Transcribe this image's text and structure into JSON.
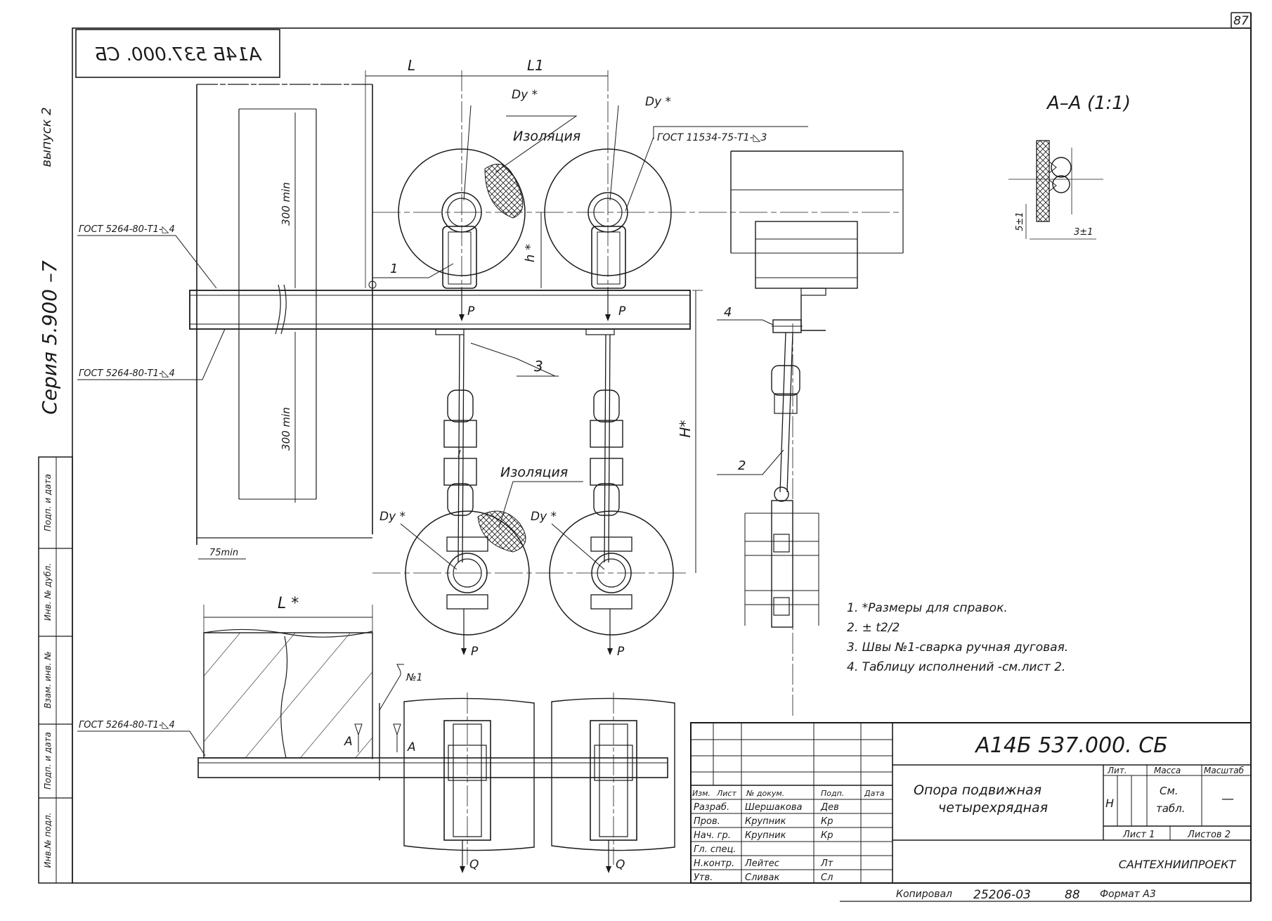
{
  "sheet": {
    "page_number": "87",
    "document_code_mirrored": "А14Б 537.000. СБ",
    "series_label": "Серия  5.900  –7",
    "issue_label": "выпуск 2"
  },
  "left_stamp": {
    "cells": [
      "Инв.№ подл.",
      "Подп. и дата",
      "Взам. инв. №",
      "Инв. № дубл.",
      "Подп. и дата"
    ]
  },
  "drawing": {
    "labels": {
      "dim_L": "L",
      "dim_L1": "L1",
      "dim_h": "h *",
      "dim_H": "H*",
      "dim_Lstar": "L *",
      "dim_300_top": "300 min",
      "dim_300_bottom": "300 min",
      "dim_75": "75min",
      "dy_1": "Dy *",
      "dy_2": "Dy *",
      "dy_3": "Dy *",
      "dy_4": "Dy *",
      "insulation_top": "Изоляция",
      "insulation_bottom": "Изоляция",
      "gost_11534": "ГОСТ 11534-75-Т1-◺3",
      "gost_weld_top": "ГОСТ 5264-80-Т1-◺4",
      "gost_weld_mid": "ГОСТ 5264-80-Т1-◺4",
      "gost_weld_bottom": "ГОСТ 5264-80-Т1-◺4",
      "load_p": "P",
      "load_q": "Q",
      "callout_1": "1",
      "callout_2": "2",
      "callout_3": "3",
      "callout_4": "4",
      "weld_no1": "№1",
      "section_a": "A",
      "section_title": "А–А (1:1)",
      "dim_5": "5±1",
      "dim_3": "3±1"
    }
  },
  "notes": [
    "1. *Размеры для справок.",
    "2. ± t2/2",
    "3. Швы №1-сварка ручная дуговая.",
    "4. Таблицу исполнений -см.лист 2."
  ],
  "title_block": {
    "doc_code": "А14Б 537.000. СБ",
    "title_line1": "Опора подвижная",
    "title_line2": "четырехрядная",
    "head": {
      "izm": "Изм.",
      "list": "Лист",
      "doc": "№ докум.",
      "podp": "Подп.",
      "data": "Дата"
    },
    "rows": [
      {
        "role": "Разраб.",
        "name": "Шершакова",
        "sign": "Дев"
      },
      {
        "role": "Пров.",
        "name": "Крупник",
        "sign": "Кр"
      },
      {
        "role": "Нач. гр.",
        "name": "Крупник",
        "sign": "Кр"
      },
      {
        "role": "Гл. спец.",
        "name": "",
        "sign": ""
      },
      {
        "role": "Н.контр.",
        "name": "Лейтес",
        "sign": "Лт"
      },
      {
        "role": "Утв.",
        "name": "Сливак",
        "sign": "Сл"
      }
    ],
    "lit_label": "Лит.",
    "mass_label": "Масса",
    "scale_label": "Масштаб",
    "lit_value": "Н",
    "mass_value_1": "См.",
    "mass_value_2": "табл.",
    "scale_value": "—",
    "sheet_label": "Лист 1",
    "sheets_label": "Листов 2",
    "organization": "САНТЕХНИИПРОЕКТ"
  },
  "footer": {
    "copied": "Копировал",
    "number": "25206-03",
    "code": "88",
    "format": "Формат А3"
  }
}
